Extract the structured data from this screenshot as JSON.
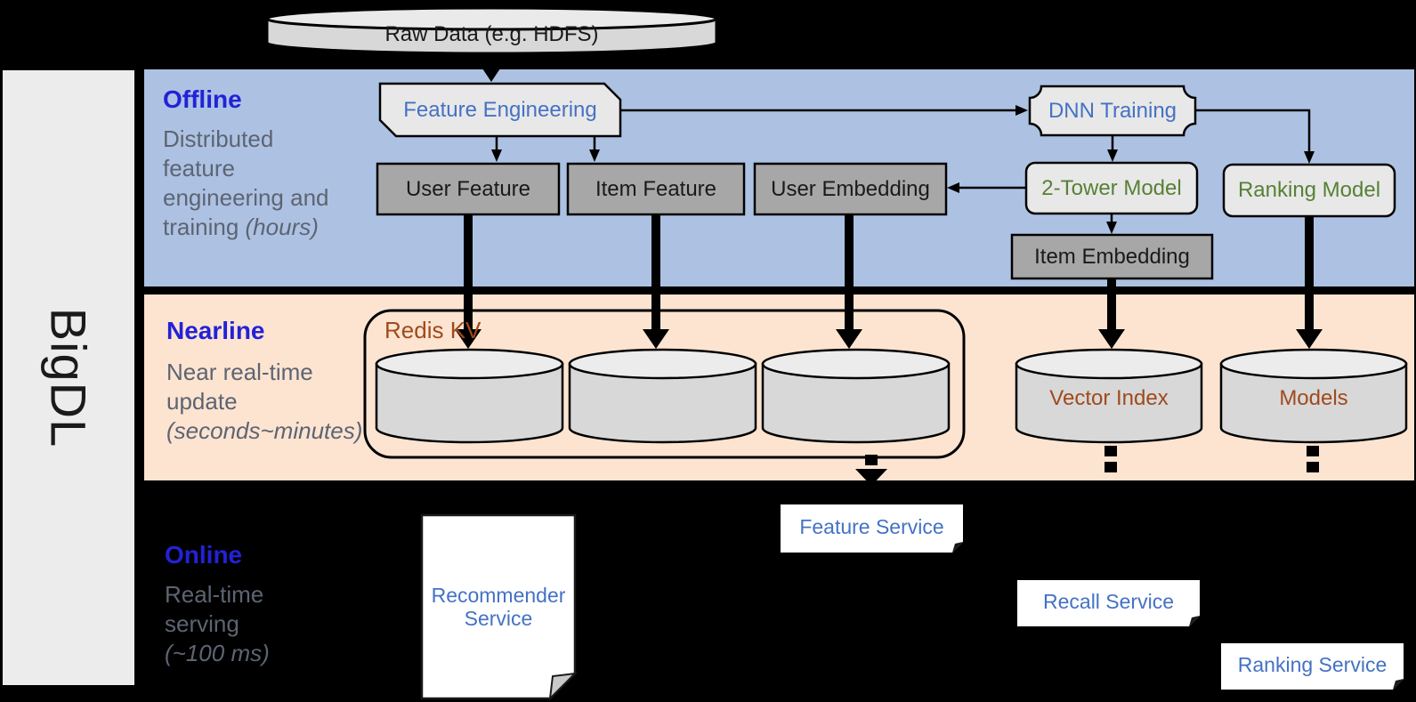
{
  "brand": {
    "name": "BigDL"
  },
  "raw_data": {
    "label": "Raw Data (e.g. HDFS)"
  },
  "sections": {
    "offline": {
      "title": "Offline",
      "desc": "Distributed feature engineering and training",
      "desc_note": "(hours)"
    },
    "nearline": {
      "title": "Nearline",
      "desc": "Near real-time update",
      "desc_note": "(seconds~minutes)"
    },
    "online": {
      "title": "Online",
      "desc": "Real-time serving",
      "desc_note": "(~100 ms)"
    }
  },
  "offline": {
    "feature_engineering": "Feature Engineering",
    "dnn_training": "DNN Training",
    "user_feature": "User Feature",
    "item_feature": "Item Feature",
    "user_embedding": "User Embedding",
    "two_tower_model": "2-Tower Model",
    "ranking_model": "Ranking Model",
    "item_embedding": "Item Embedding"
  },
  "nearline": {
    "redis_kv": "Redis KV",
    "vector_index": "Vector Index",
    "models": "Models"
  },
  "online": {
    "recommender_service": "Recommender Service",
    "feature_service": "Feature Service",
    "recall_service": "Recall Service",
    "ranking_service": "Ranking Service"
  },
  "colors": {
    "background": "#000000",
    "sidebar": "#ececec",
    "offline_band": "#adc2e3",
    "nearline_band": "#fce4d1",
    "section_title_blue": "#2222d8",
    "description_gray": "#5d6472",
    "node_label_blue": "#4472c4",
    "model_label_green": "#568135",
    "storage_label_brown": "#a04a1d",
    "box_gray": "#a7a7a7",
    "box_light": "#e9e8e8",
    "cylinder_gray": "#d8d8d8",
    "service_box_white": "#ffffff"
  }
}
